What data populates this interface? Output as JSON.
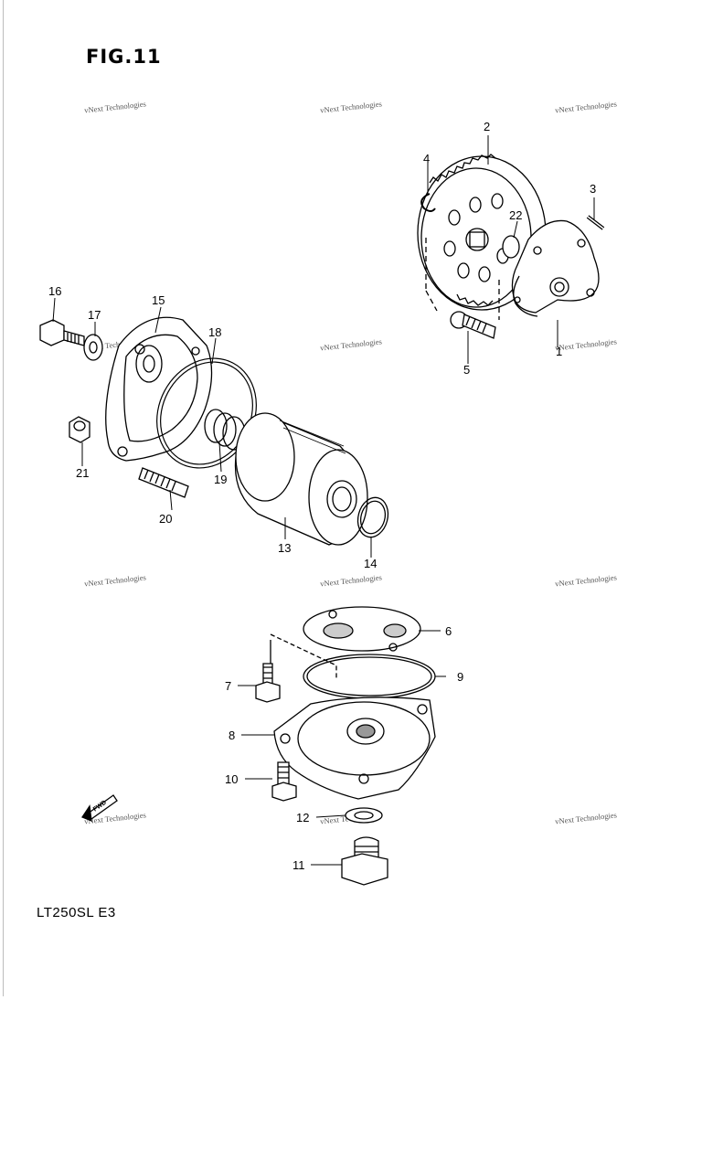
{
  "figure": {
    "title": "FIG.11",
    "model": "LT250SL  E3"
  },
  "watermark": {
    "text": "vNext Technologies"
  },
  "parts": [
    {
      "number": "1"
    },
    {
      "number": "2"
    },
    {
      "number": "3"
    },
    {
      "number": "4"
    },
    {
      "number": "5"
    },
    {
      "number": "6"
    },
    {
      "number": "7"
    },
    {
      "number": "8"
    },
    {
      "number": "9"
    },
    {
      "number": "10"
    },
    {
      "number": "11"
    },
    {
      "number": "12"
    },
    {
      "number": "13"
    },
    {
      "number": "14"
    },
    {
      "number": "15"
    },
    {
      "number": "16"
    },
    {
      "number": "17"
    },
    {
      "number": "18"
    },
    {
      "number": "19"
    },
    {
      "number": "20"
    },
    {
      "number": "21"
    },
    {
      "number": "22"
    }
  ],
  "fwd_badge": {
    "text": "FWD"
  },
  "colors": {
    "ink": "#000000",
    "watermark": "#555555",
    "background": "#ffffff"
  }
}
